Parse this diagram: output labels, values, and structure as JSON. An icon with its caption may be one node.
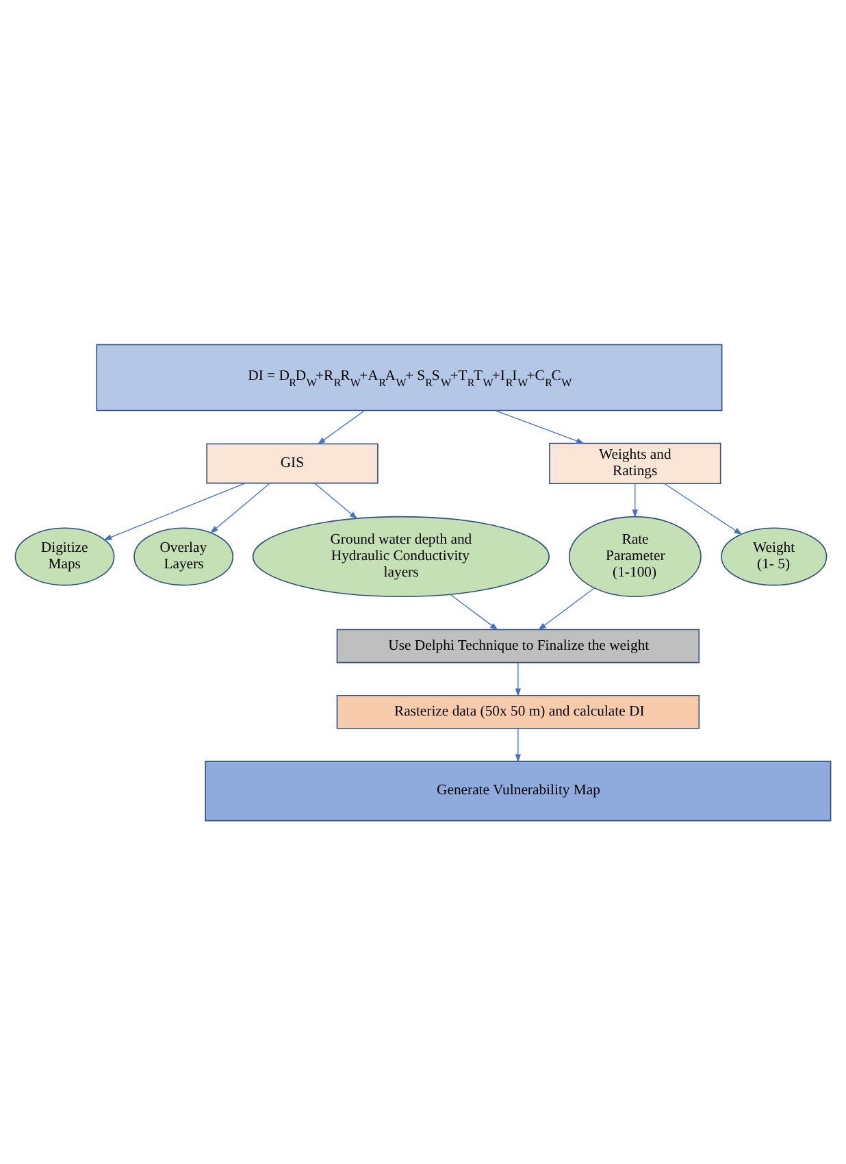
{
  "diagram": {
    "nodes": [
      {
        "text": [
          "DI = D$_{R}$D$_{W}$+R$_{R}$R$_{W}$+A$_{R}$A$_{W}$+ S$_{R}$S$_{W}$+T$_{R}$T$_{W}$+I$_{R}$I$_{W}$+C$_{R}$C$_{W}$"
        ]
      },
      {
        "text": [
          "GIS"
        ]
      },
      {
        "text": [
          "Weights and Ratings"
        ]
      },
      {
        "text": [
          "Digitize Maps"
        ]
      },
      {
        "text": [
          "Overlay Layers"
        ]
      },
      {
        "text": [
          "Rate Parameter (1-100)"
        ]
      },
      {
        "text": [
          "Weight (1- 5)"
        ]
      },
      {
        "text": [
          "Ground water depth and Hydraulic Conductivity layers"
        ]
      },
      {
        "text": [
          "Use Delphi Technique to Finalize the weight"
        ]
      },
      {
        "text": [
          "Rasterize data (50x 50 m) and calculate DI"
        ]
      },
      {
        "text": [
          "Generate Vulnerability Map"
        ]
      }
    ],
    "edges": [
      {
        "from": 0,
        "to": 1,
        "arrow": "to"
      },
      {
        "from": 0,
        "to": 2,
        "arrow": "to"
      },
      {
        "from": 1,
        "to": 3,
        "arrow": "to"
      },
      {
        "from": 1,
        "to": 7,
        "arrow": "to"
      },
      {
        "from": 1,
        "to": 4,
        "arrow": "to"
      },
      {
        "from": 2,
        "to": 5,
        "arrow": "to"
      },
      {
        "from": 2,
        "to": 6,
        "arrow": "to"
      },
      {
        "from": 7,
        "to": 8,
        "arrow": "to"
      },
      {
        "from": 5,
        "to": 8,
        "arrow": "to"
      },
      {
        "from": 8,
        "to": 9,
        "arrow": "to"
      },
      {
        "from": 9,
        "to": 10,
        "arrow": "to"
      }
    ]
  }
}
